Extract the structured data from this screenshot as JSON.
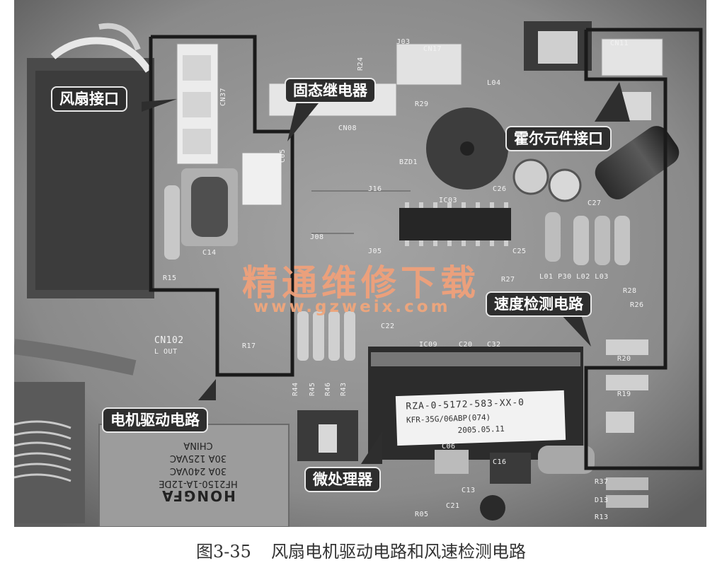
{
  "callouts": {
    "fan_interface": "风扇接口",
    "solid_state_relay": "固态继电器",
    "hall_element_interface": "霍尔元件接口",
    "speed_detection_circuit": "速度检测电路",
    "motor_drive_circuit": "电机驱动电路",
    "microprocessor": "微处理器"
  },
  "watermark": {
    "title": "精通维修下载",
    "url": "www.gzweix.com"
  },
  "silkscreen": {
    "cn37": "CN37",
    "cn08": "CN08",
    "j03": "J03",
    "cn17": "CN17",
    "cn11": "CN11",
    "l04": "L04",
    "r29": "R29",
    "bzd1": "BZD1",
    "c26": "C26",
    "c27": "C27",
    "j16": "J16",
    "ic03": "IC03",
    "c25": "C25",
    "j08": "J08",
    "j05": "J05",
    "c14": "C14",
    "r15": "R15",
    "r27": "R27",
    "l01_r30_l02_l03": "L01 P30 L02 L03",
    "r28": "R28",
    "r26": "R26",
    "c22": "C22",
    "c20": "C20",
    "c32": "C32",
    "ic09": "IC09",
    "cn102": "CN102",
    "l_out": "L OUT",
    "r17": "R17",
    "r44": "R44",
    "r45": "R45",
    "r46": "R46",
    "r43": "R43",
    "r20": "R20",
    "r19": "R19",
    "c06": "C06",
    "c16": "C16",
    "c13": "C13",
    "c21": "C21",
    "r05": "R05",
    "r37": "R37",
    "d13": "D13",
    "r13": "R13",
    "c05": "C05",
    "r24": "R24"
  },
  "chip_sticker": {
    "line1": "RZA-0-5172-583-XX-0",
    "line2": "KFR-35G/06ABP(074)",
    "line3": "2005.05.11"
  },
  "relay": {
    "brand": "HONGFA",
    "model": "HF2150-1A-12DE",
    "rating1": "30A 240VAC",
    "rating2": "30A 125VAC",
    "origin": "CHINA"
  },
  "caption": {
    "figure_no": "图3-35",
    "title": "风扇电机驱动电路和风速检测电路"
  },
  "colors": {
    "callout_bg": "#2e2e2e",
    "watermark": "#f2a17a",
    "board": "#8c8c8c",
    "outline": "#1a1a1a"
  }
}
